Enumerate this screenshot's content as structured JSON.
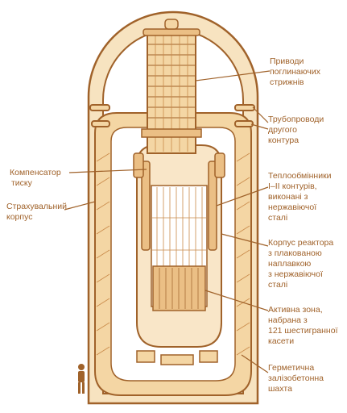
{
  "colors": {
    "ink": "#a0622a",
    "fill_light": "#f6dcb0",
    "fill_mid": "#ebbf85",
    "background": "#ffffff"
  },
  "labels": {
    "control_rod_drives": [
      "Приводи",
      "поглинаючих",
      "стрижнів"
    ],
    "secondary_pipelines": [
      "Трубопроводи",
      "другого",
      "контура"
    ],
    "pressure_compensator": [
      "Компенсатор",
      "тиску"
    ],
    "safety_vessel": [
      "Страхувальний",
      "корпус"
    ],
    "heat_exchangers": [
      "Теплообмінники",
      "I–II контурів,",
      "виконані з",
      "нержавіючої",
      "сталі"
    ],
    "reactor_vessel": [
      "Корпус реактора",
      "з плакованою",
      "наплавкою",
      "з нержавіючої",
      "сталі"
    ],
    "active_zone": [
      "Активна зона,",
      "набрана з",
      "121 шестигранної",
      "касети"
    ],
    "sealed_shaft": [
      "Герметична",
      "залізобетонна",
      "шахта"
    ]
  }
}
